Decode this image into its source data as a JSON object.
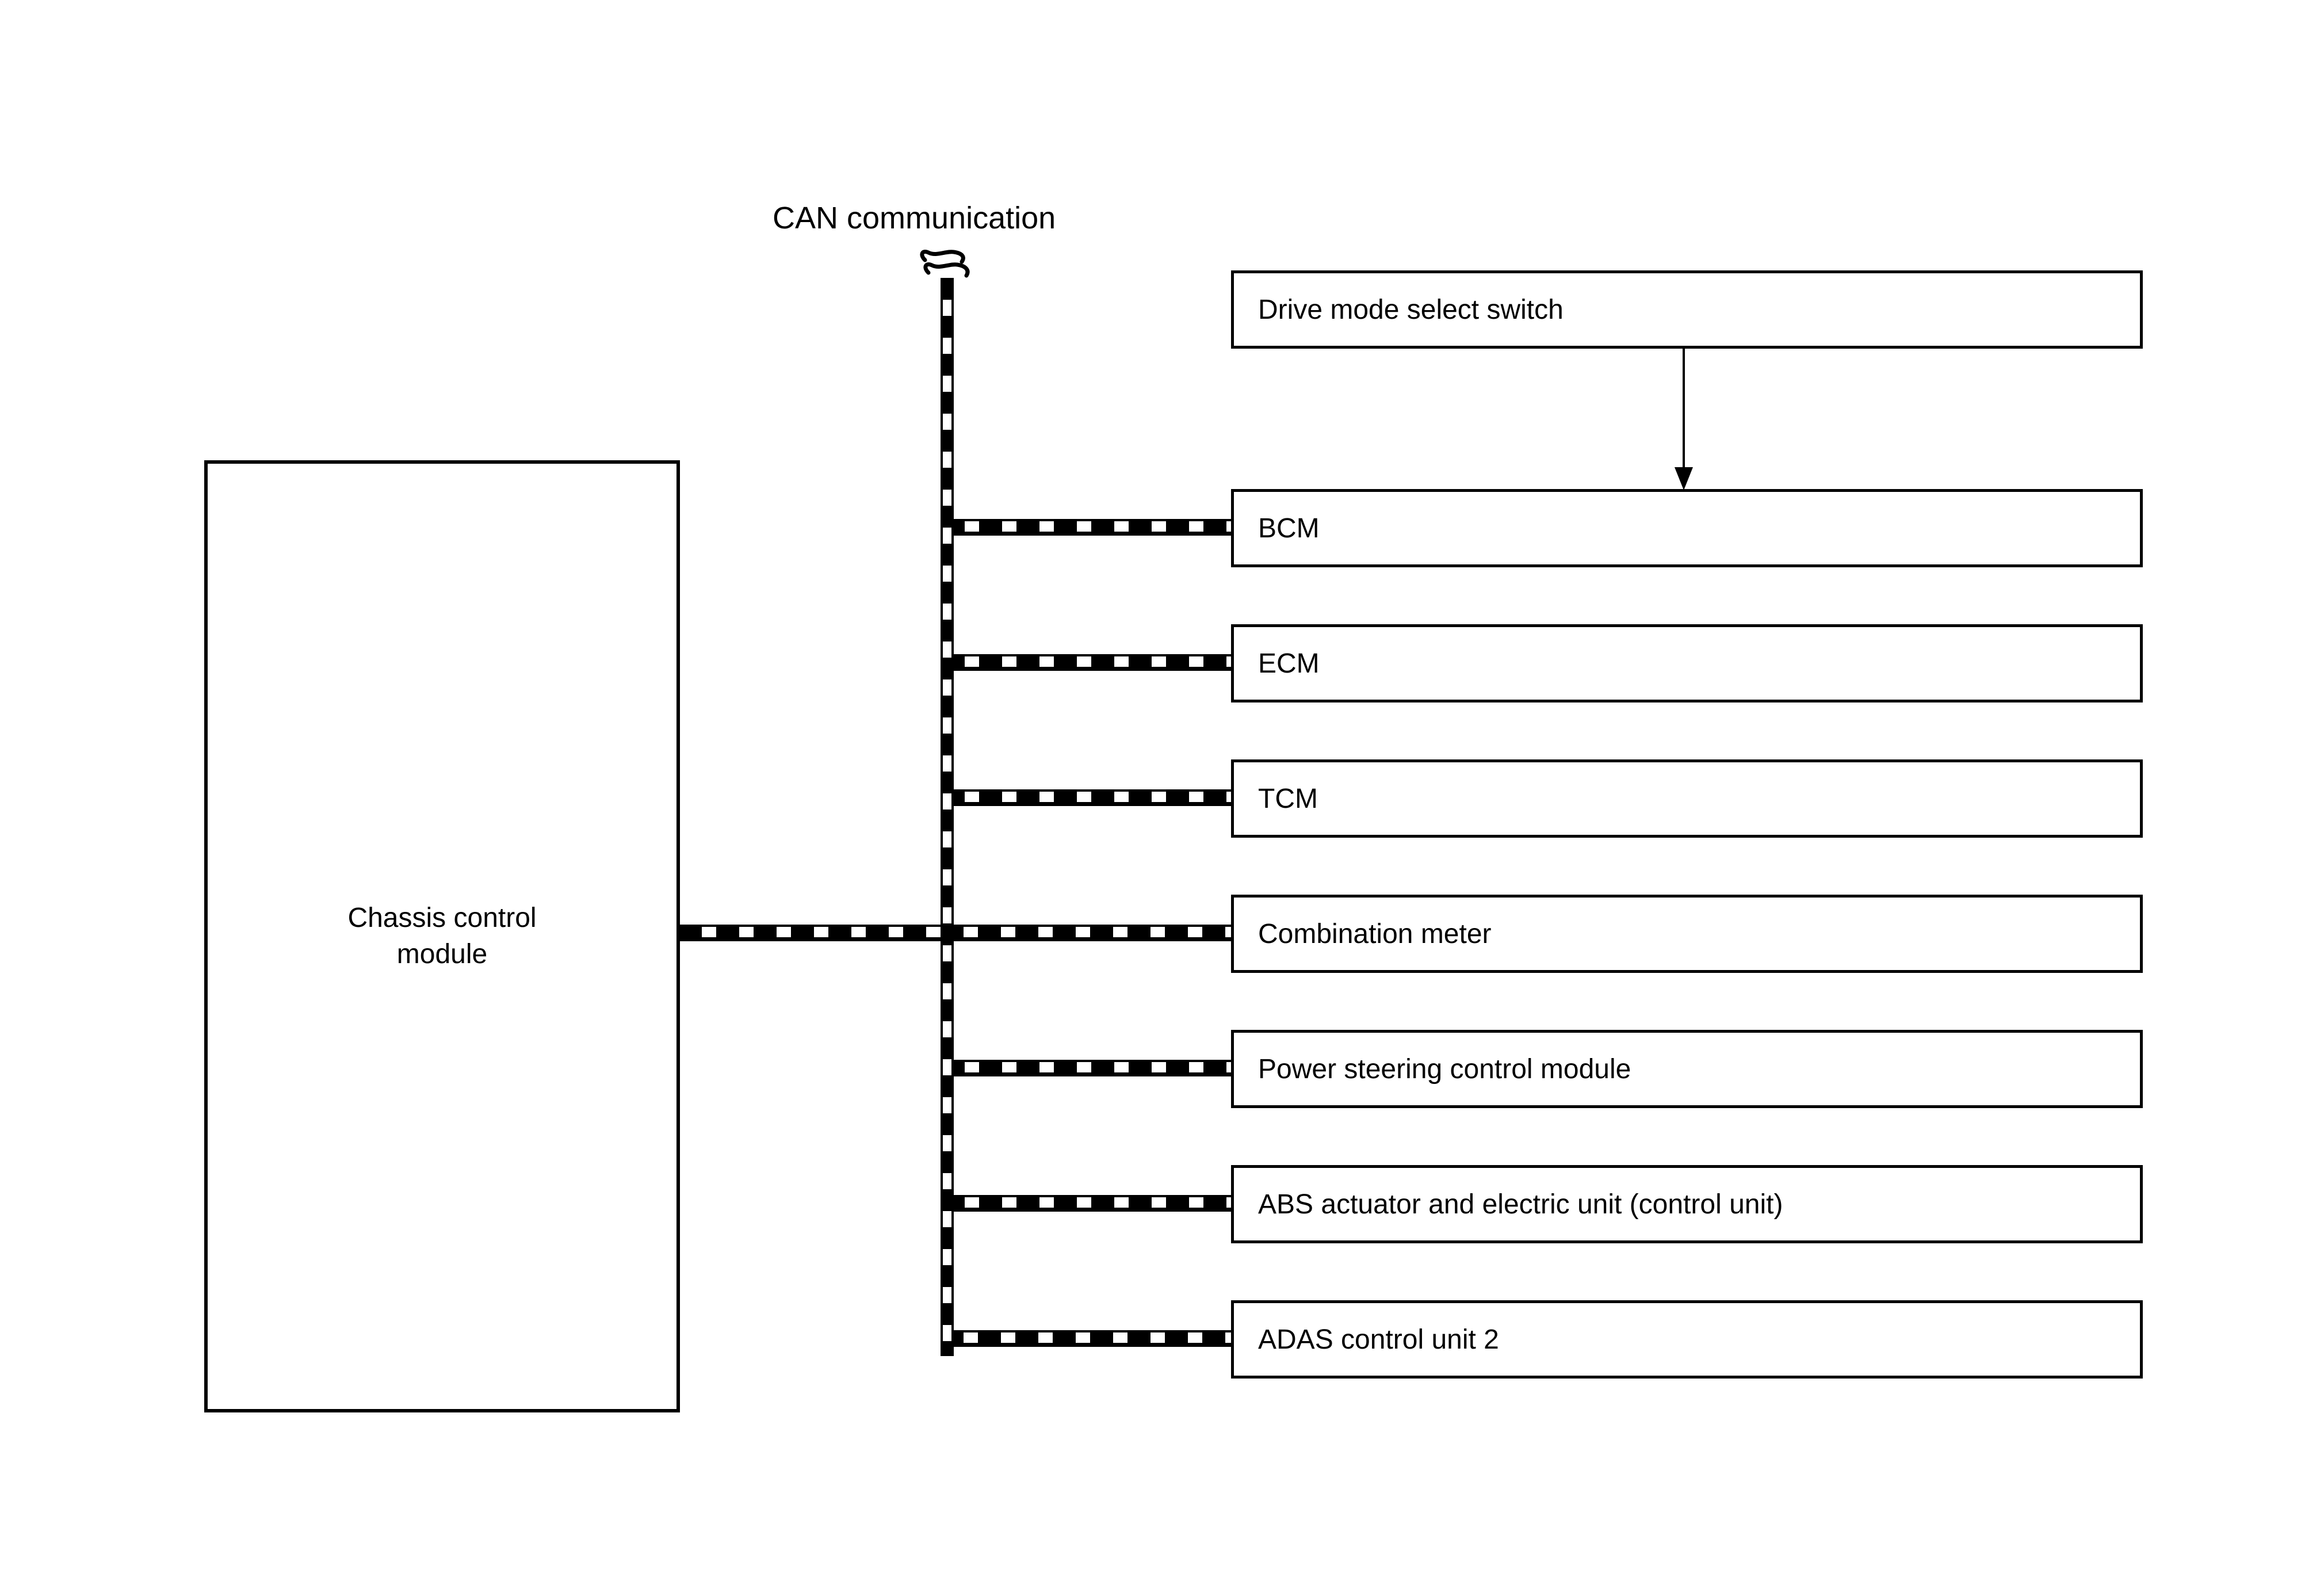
{
  "diagram": {
    "can_label": "CAN communication",
    "chassis_module": {
      "label": "Chassis control module",
      "line1": "Chassis control",
      "line2": "module"
    },
    "connected_modules": [
      "Drive mode select switch",
      "BCM",
      "ECM",
      "TCM",
      "Combination meter",
      "Power steering control module",
      "ABS actuator and electric unit (control unit)",
      "ADAS control unit 2"
    ],
    "icons": {
      "bus_break": "line-break-icon"
    },
    "colors": {
      "background": "#ffffff",
      "line": "#000000",
      "box_fill": "#ffffff",
      "text": "#000000"
    }
  }
}
